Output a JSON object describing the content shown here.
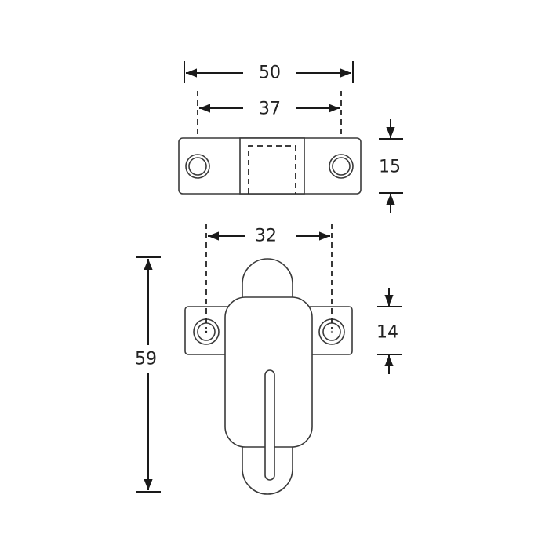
{
  "title": "Bolt and keeper dimension drawing",
  "keeper": {
    "overall_length": "50",
    "hole_spacing": "37",
    "height": "15"
  },
  "bolt": {
    "hole_spacing": "32",
    "overall_length": "59",
    "plate_height": "14"
  },
  "colors": {
    "line": "#1a1a1a",
    "background": "#ffffff"
  }
}
